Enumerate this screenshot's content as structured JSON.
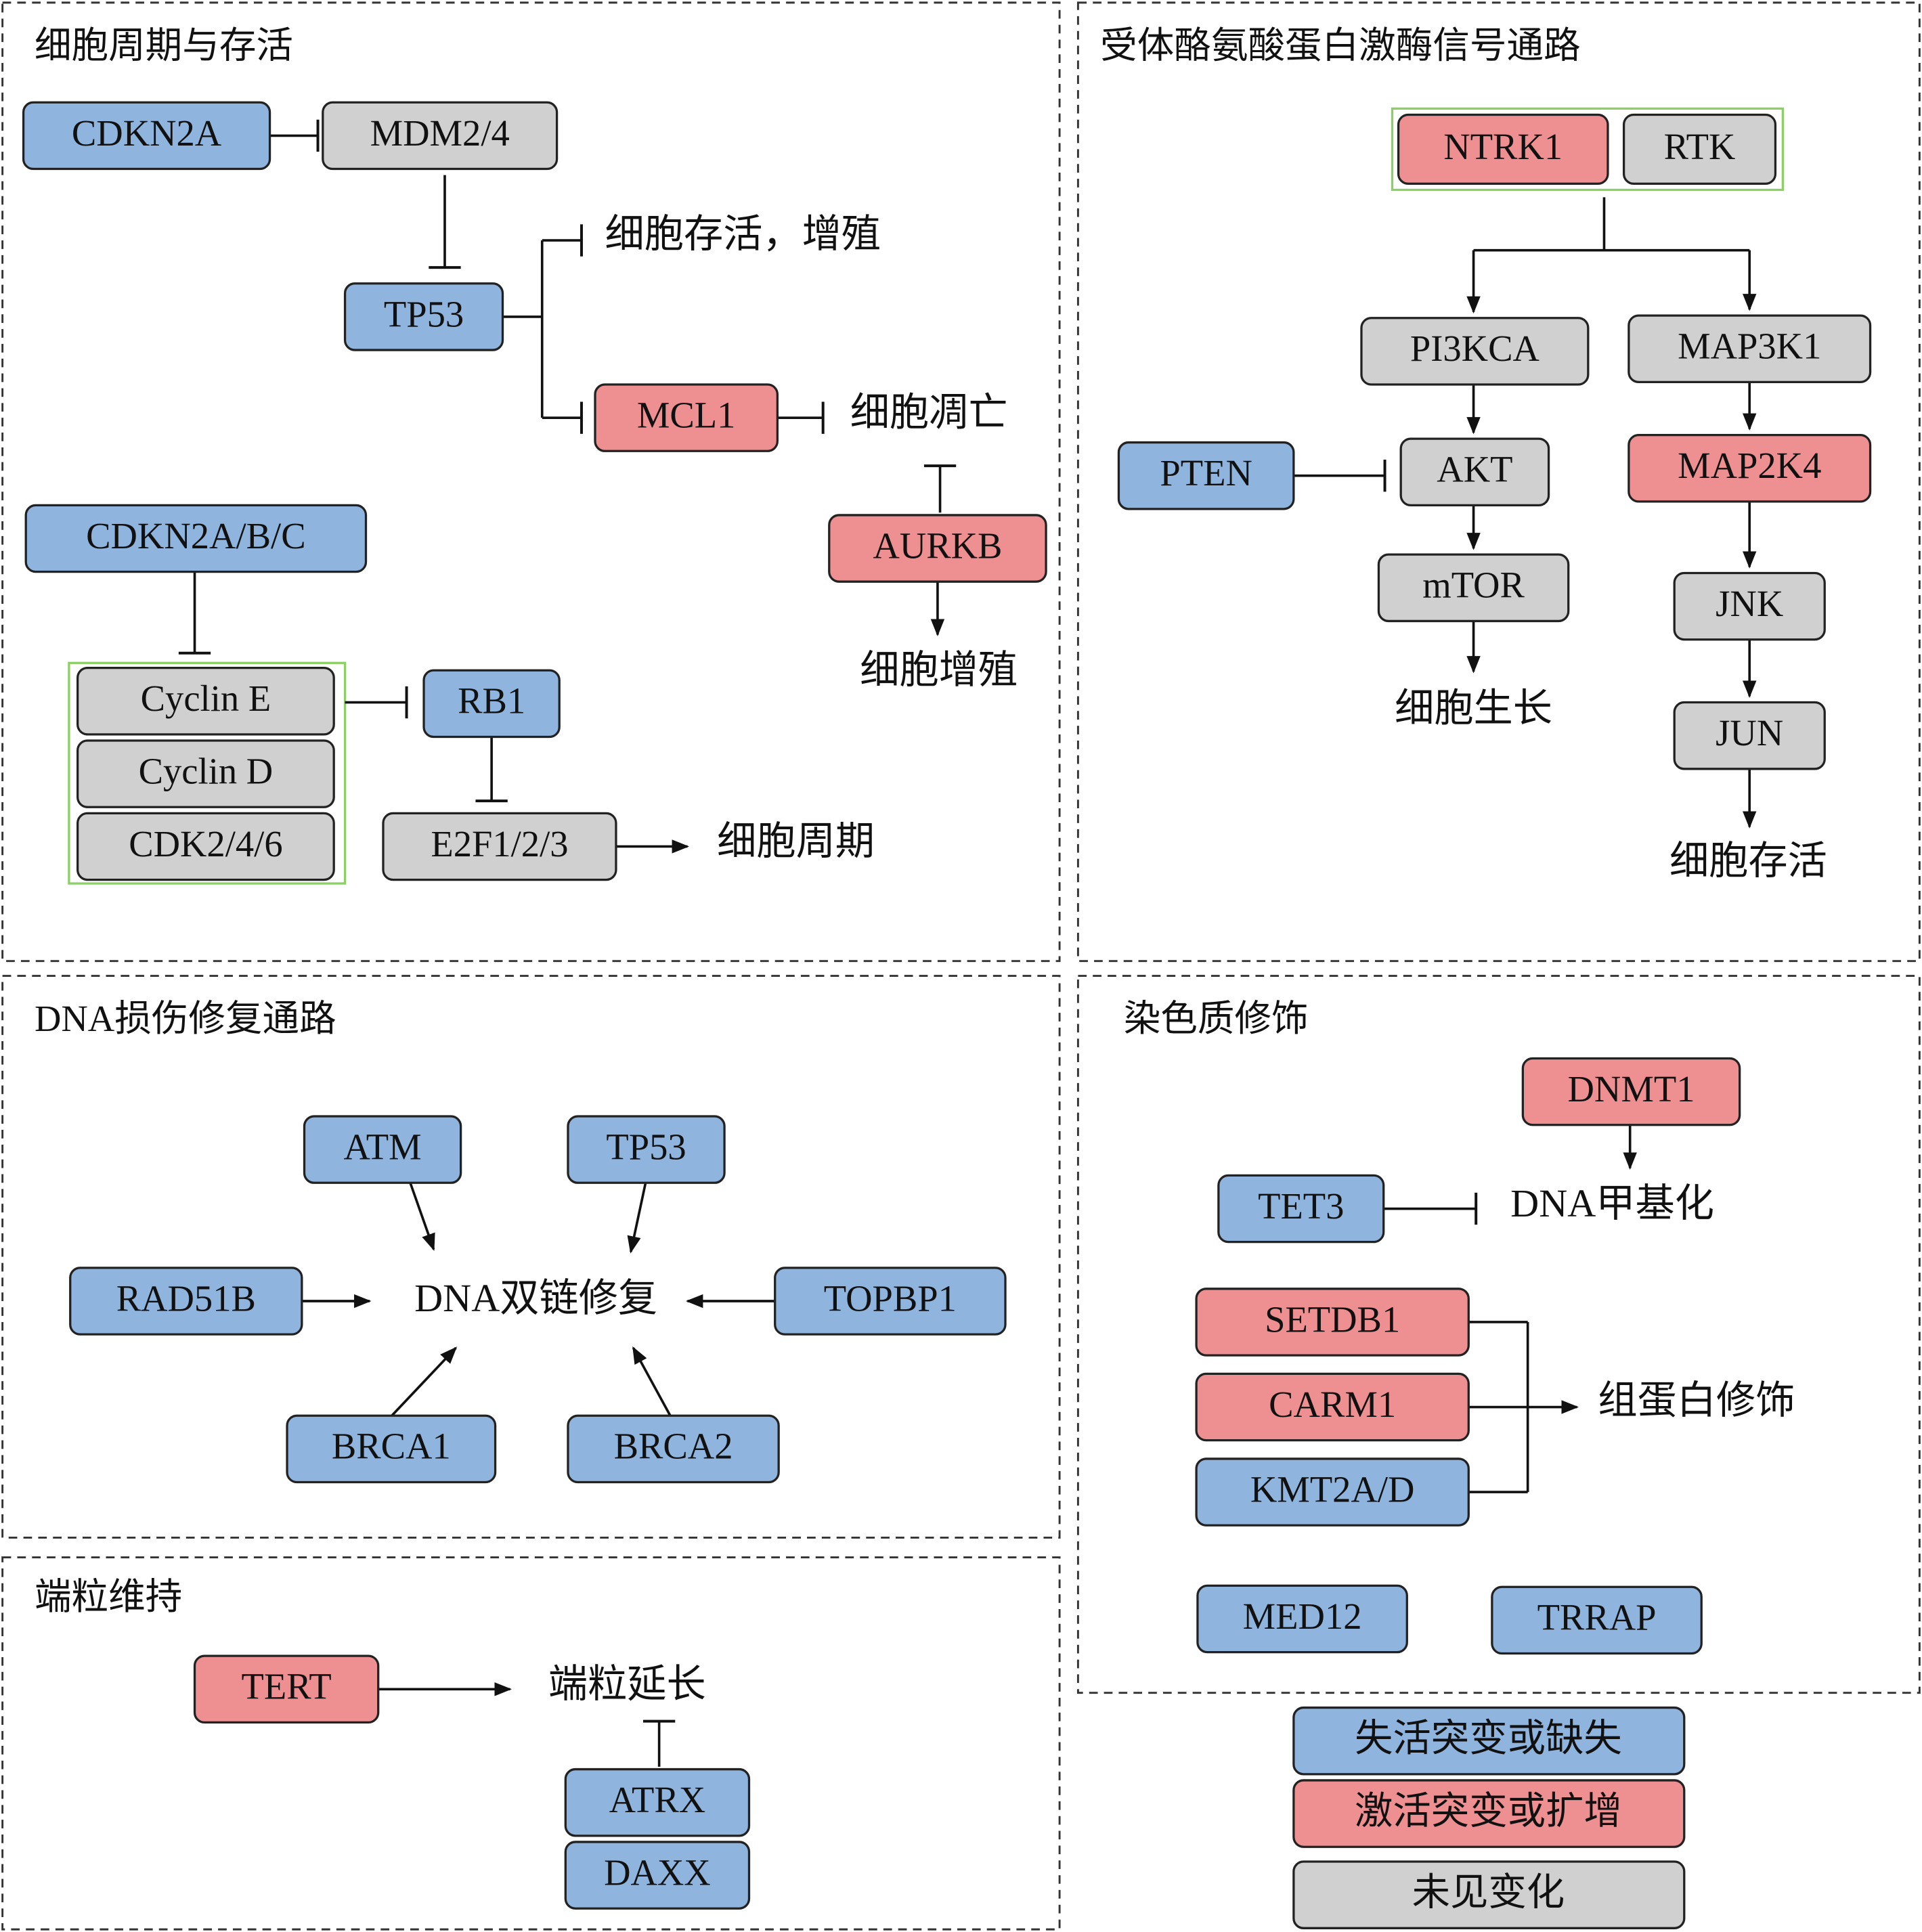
{
  "colors": {
    "inactivation": "#8fb4de",
    "activation": "#ee9091",
    "no_change": "#d0d0d0",
    "group_border": "#8bcf66",
    "border": "#222222"
  },
  "panels": {
    "cell_cycle": "细胞周期与存活",
    "rtk": "受体酪氨酸蛋白激酶信号通路",
    "dna_repair": "DNA损伤修复通路",
    "telomere": "端粒维持",
    "chromatin": "染色质修饰"
  },
  "genes": {
    "cdkn2a": "CDKN2A",
    "mdm2_4": "MDM2/4",
    "tp53_a": "TP53",
    "mcl1": "MCL1",
    "aurkb": "AURKB",
    "cdkn2abc": "CDKN2A/B/C",
    "cyclin_e": "Cyclin E",
    "cyclin_d": "Cyclin D",
    "cdk246": "CDK2/4/6",
    "rb1": "RB1",
    "e2f123": "E2F1/2/3",
    "ntrk1": "NTRK1",
    "rtk": "RTK",
    "pi3kca": "PI3KCA",
    "map3k1": "MAP3K1",
    "pten": "PTEN",
    "akt": "AKT",
    "map2k4": "MAP2K4",
    "mtor": "mTOR",
    "jnk": "JNK",
    "jun": "JUN",
    "atm": "ATM",
    "tp53_b": "TP53",
    "rad51b": "RAD51B",
    "topbp1": "TOPBP1",
    "brca1": "BRCA1",
    "brca2": "BRCA2",
    "tert": "TERT",
    "atrx": "ATRX",
    "daxx": "DAXX",
    "dnmt1": "DNMT1",
    "tet3": "TET3",
    "setdb1": "SETDB1",
    "carm1": "CARM1",
    "kmt2ad": "KMT2A/D",
    "med12": "MED12",
    "trrap": "TRRAP"
  },
  "outcomes": {
    "survival_proliferation": "细胞存活，增殖",
    "apoptosis": "细胞凋亡",
    "proliferation": "细胞增殖",
    "cell_cycle": "细胞周期",
    "cell_growth": "细胞生长",
    "survival": "细胞存活",
    "dsb_repair": "DNA双链修复",
    "telomere_extension": "端粒延长",
    "dna_methylation": "DNA甲基化",
    "histone_modification": "组蛋白修饰"
  },
  "legend": {
    "inactivation": "失活突变或缺失",
    "activation": "激活突变或扩增",
    "no_change": "未见变化"
  }
}
